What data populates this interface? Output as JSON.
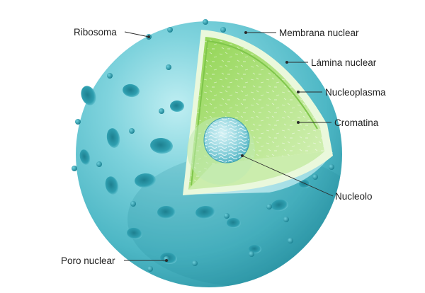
{
  "diagram": {
    "labels": {
      "ribosoma": "Ribosoma",
      "membrana_nuclear": "Membrana nuclear",
      "lamina_nuclear": "Lámina nuclear",
      "nucleoplasma": "Nucleoplasma",
      "cromatina": "Cromatina",
      "nucleolo": "Nucleolo",
      "poro_nuclear": "Poro nuclear"
    },
    "colors": {
      "nucleus_surface": "#5bc3cf",
      "nucleus_shadow": "#1f8c9c",
      "pore": "#2a8f9e",
      "ribosome": "#1f8fa0",
      "nucleoplasm": "#9fdb6a",
      "membrane_edge": "#e9f7d6",
      "nucleolus": "#7ccdd9"
    }
  }
}
